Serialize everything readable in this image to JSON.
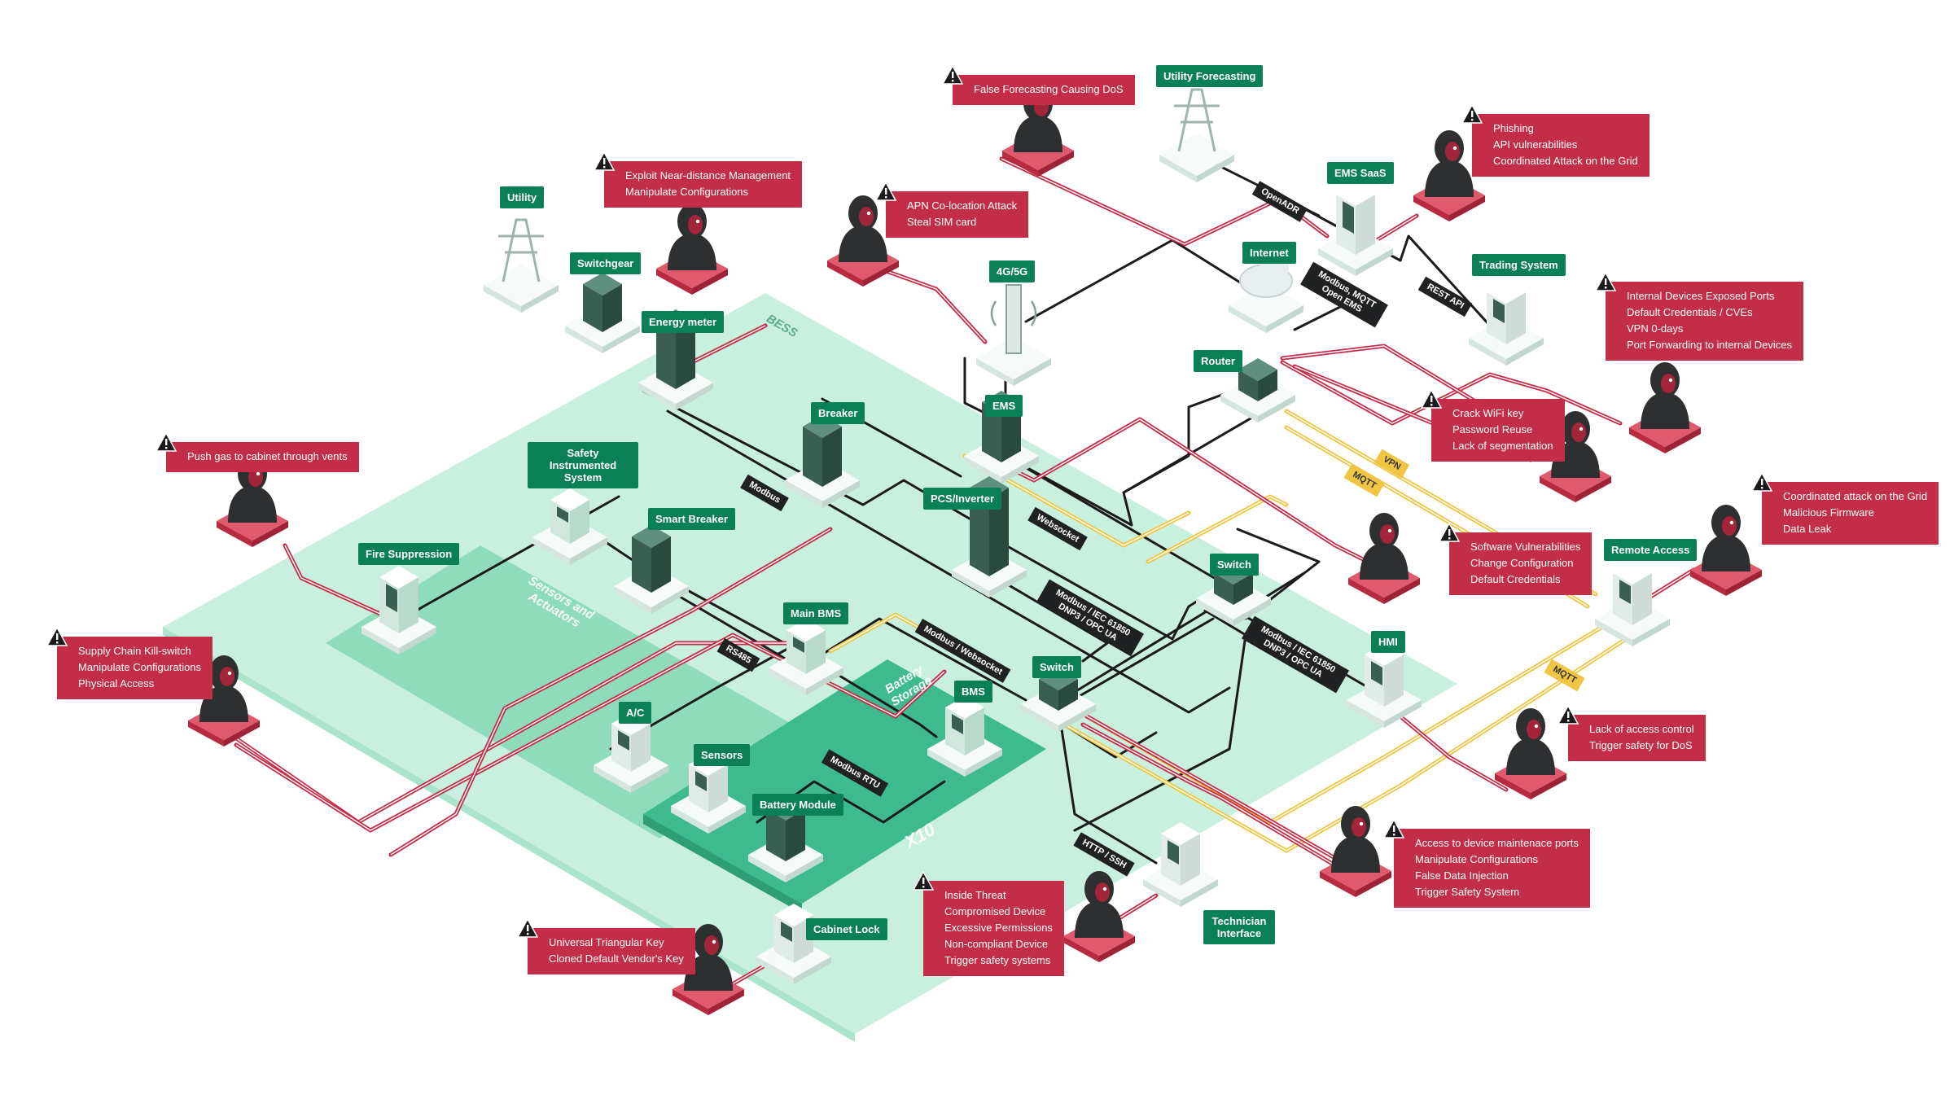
{
  "colors": {
    "zone_bess": "#c9f0df",
    "zone_sensors": "#8fdcbc",
    "zone_battery": "#3dbb8f",
    "label_bg": "#0b7f55",
    "threat_bg": "#c42d47",
    "link_black": "#1b1b1b",
    "link_red": "#c42d47",
    "link_yellow": "#f1c544"
  },
  "zones": {
    "bess": "BESS",
    "sensors_actuators": "Sensors and Actuators",
    "battery_storage": "Battery Storage",
    "multiplier": "X10"
  },
  "components": {
    "utility": "Utility",
    "switchgear": "Switchgear",
    "energy_meter": "Energy meter",
    "safety_instrumented_system": "Safety Instrumented System",
    "smart_breaker": "Smart Breaker",
    "breaker": "Breaker",
    "fire_suppression": "Fire Suppression",
    "main_bms": "Main BMS",
    "ac": "A/C",
    "sensors": "Sensors",
    "battery_module": "Battery Module",
    "bms": "BMS",
    "cabinet_lock": "Cabinet Lock",
    "ems": "EMS",
    "pcs_inverter": "PCS/Inverter",
    "cellular": "4G/5G",
    "internet": "Internet",
    "router": "Router",
    "switch_top": "Switch",
    "switch_mid": "Switch",
    "hmi": "HMI",
    "remote_access": "Remote Access",
    "technician_interface": "Technician Interface",
    "ems_saas": "EMS SaaS",
    "trading_system": "Trading System",
    "utility_forecasting": "Utility Forecasting"
  },
  "protocols": {
    "modbus": "Modbus",
    "websocket": "Websocket",
    "rs485": "RS485",
    "modbus_websocket": "Modbus / Websocket",
    "modbus_rtu": "Modbus RTU",
    "iec_a": "Modbus / IEC 61850 DNP3 / OPC UA",
    "iec_b": "Modbus / IEC 61850 DNP3 / OPC UA",
    "openadr": "OpenADR",
    "modbus_mqtt": "Modbus, MQTT Open EMS",
    "rest_api": "REST API",
    "vpn": "VPN",
    "mqtt_a": "MQTT",
    "mqtt_b": "MQTT",
    "http_ssh": "HTTP / SSH"
  },
  "threats": {
    "near_distance": [
      "Exploit Near-distance Management",
      "Manipulate Configurations"
    ],
    "false_forecasting": [
      "False Forecasting Causing DoS"
    ],
    "ems_saas": [
      "Phishing",
      "API vulnerabilities",
      "Coordinated Attack on the Grid"
    ],
    "apn": [
      "APN Co-location Attack",
      "Steal SIM card"
    ],
    "router_exposed": [
      "Internal Devices Exposed Ports",
      "Default Credentials / CVEs",
      "VPN 0-days",
      "Port Forwarding to internal Devices"
    ],
    "gas": [
      "Push gas to cabinet through vents"
    ],
    "wifi": [
      "Crack WiFi key",
      "Password Reuse",
      "Lack of segmentation"
    ],
    "remote_access": [
      "Coordinated attack on the Grid",
      "Malicious Firmware",
      "Data Leak"
    ],
    "software_vuln": [
      "Software Vulnerabilities",
      "Change Configuration",
      "Default Credentials"
    ],
    "supply_chain": [
      "Supply Chain Kill-switch",
      "Manipulate Configurations",
      "Physical Access"
    ],
    "access_control": [
      "Lack of access control",
      "Trigger safety for DoS"
    ],
    "maintenance_ports": [
      "Access to device maintenace ports",
      "Manipulate Configurations",
      "False Data Injection",
      "Trigger Safety System"
    ],
    "insider": [
      "Inside Threat",
      "Compromised Device",
      "Excessive Permissions",
      "Non-compliant Device",
      "Trigger safety systems"
    ],
    "triangular_key": [
      "Universal Triangular Key",
      "Cloned Default Vendor's Key"
    ]
  }
}
